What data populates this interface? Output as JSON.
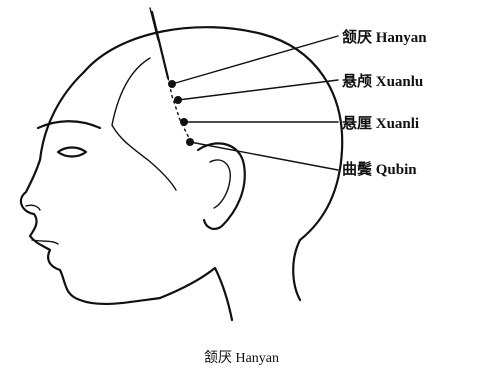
{
  "acupoints": [
    {
      "label": "颔厌 Hanyan"
    },
    {
      "label": "悬颅 Xuanlu"
    },
    {
      "label": "悬厘 Xuanli"
    },
    {
      "label": "曲鬓 Qubin"
    }
  ],
  "caption": "颔厌 Hanyan"
}
